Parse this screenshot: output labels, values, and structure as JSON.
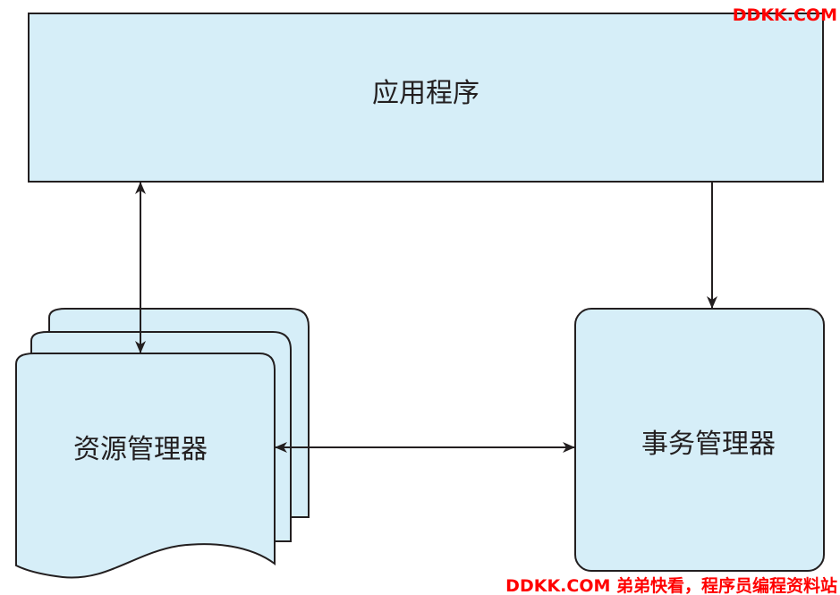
{
  "nodes": {
    "application": {
      "label": "应用程序"
    },
    "resource_manager": {
      "label": "资源管理器"
    },
    "transaction_manager": {
      "label": "事务管理器"
    }
  },
  "edges": [
    {
      "from": "application",
      "to": "resource_manager",
      "direction": "both"
    },
    {
      "from": "application",
      "to": "transaction_manager",
      "direction": "forward"
    },
    {
      "from": "resource_manager",
      "to": "transaction_manager",
      "direction": "both"
    }
  ],
  "colors": {
    "box_fill": "#d6eef8",
    "stroke": "#231f20",
    "watermark": "#ff0000"
  },
  "watermarks": {
    "top_right": "DDKK.COM",
    "bottom_right": "DDKK.COM 弟弟快看，程序员编程资料站"
  }
}
